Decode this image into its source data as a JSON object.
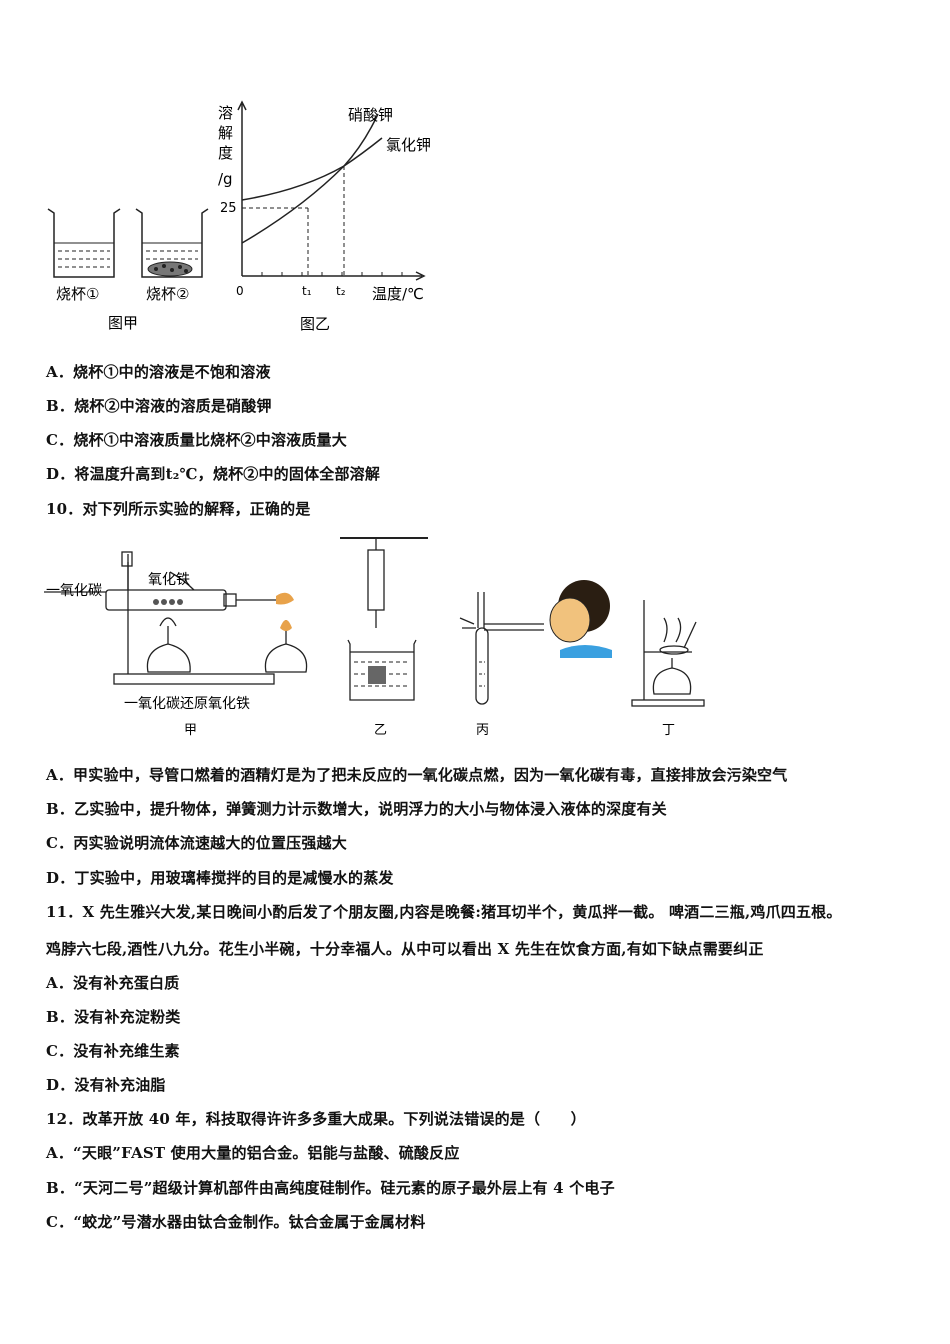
{
  "figure1": {
    "beaker1_label": "烧杯①",
    "beaker2_label": "烧杯②",
    "caption_a": "图甲",
    "caption_b": "图乙",
    "ylabel": [
      "溶",
      "解",
      "度",
      "/g"
    ],
    "y_tick": "25",
    "origin": "0",
    "x_ticks": [
      "t₁",
      "t₂"
    ],
    "xlabel": "温度/℃",
    "curve1": "硝酸钾",
    "curve2": "氯化钾"
  },
  "q9": {
    "options": [
      "A．烧杯①中的溶液是不饱和溶液",
      "B．烧杯②中溶液的溶质是硝酸钾",
      "C．烧杯①中溶液质量比烧杯②中溶液质量大",
      "D．将温度升高到t₂℃，烧杯②中的固体全部溶解"
    ]
  },
  "q10": {
    "stem": "10．对下列所示实验的解释，正确的是",
    "fig_labels": {
      "co_in": "一氧化碳",
      "fe2o3": "氧化铁",
      "exp_title": "一氧化碳还原氧化铁",
      "jia": "甲",
      "yi": "乙",
      "bing": "丙",
      "ding": "丁"
    },
    "options": [
      "A．甲实验中，导管口燃着的酒精灯是为了把未反应的一氧化碳点燃，因为一氧化碳有毒，直接排放会污染空气",
      "B．乙实验中，提升物体，弹簧测力计示数增大，说明浮力的大小与物体浸入液体的深度有关",
      "C．丙实验说明流体流速越大的位置压强越大",
      "D．丁实验中，用玻璃棒搅拌的目的是减慢水的蒸发"
    ]
  },
  "q11": {
    "stem_line1": "11．X 先生雅兴大发,某日晚间小酌后发了个朋友圈,内容是晚餐:猪耳切半个，黄瓜拌一截。 啤酒二三瓶,鸡爪四五根。",
    "stem_line2": "鸡脖六七段,酒性八九分。花生小半碗，十分幸福人。从中可以看出 X 先生在饮食方面,有如下缺点需要纠正",
    "options": [
      "A．没有补充蛋白质",
      "B．没有补充淀粉类",
      "C．没有补充维生素",
      "D．没有补充油脂"
    ]
  },
  "q12": {
    "stem": "12．改革开放 40 年，科技取得许许多多重大成果。下列说法错误的是（　　）",
    "options": [
      "A．“天眼”FAST 使用大量的铝合金。铝能与盐酸、硫酸反应",
      "B．“天河二号”超级计算机部件由高纯度硅制作。硅元素的原子最外层上有 4 个电子",
      "C．“蛟龙”号潜水器由钛合金制作。钛合金属于金属材料"
    ]
  }
}
